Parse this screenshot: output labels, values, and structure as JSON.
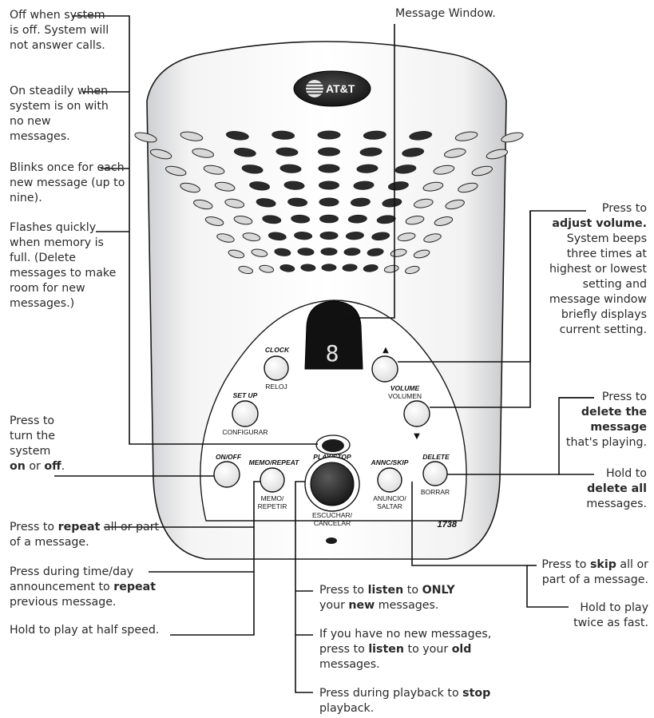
{
  "brand": "AT&T",
  "model": "1738",
  "display_digit": "8",
  "buttons": {
    "clock": {
      "label": "CLOCK",
      "sub": "RELOJ"
    },
    "setup": {
      "label": "SET UP",
      "sub": "CONFIGURAR"
    },
    "onoff": {
      "label": "ON/OFF"
    },
    "memo": {
      "label": "MEMO/REPEAT",
      "sub1": "MEMO/",
      "sub2": "REPETIR"
    },
    "play": {
      "label": "PLAY/STOP",
      "sub1": "ESCUCHAR/",
      "sub2": "CANCELAR"
    },
    "annc": {
      "label": "ANNC/SKIP",
      "sub1": "ANUNCIO/",
      "sub2": "SALTAR"
    },
    "delete": {
      "label": "DELETE",
      "sub": "BORRAR"
    },
    "volume": {
      "label": "VOLUME",
      "sub": "VOLUMEN",
      "up": "▲",
      "down": "▼"
    }
  },
  "callouts": {
    "message_window": "Message Window.",
    "off": "Off when system is off. System will not answer calls.",
    "on_steady": "On steadily when system is on with no new messages.",
    "blinks": "Blinks once for each new message (up to nine).",
    "flashes": "Flashes quickly when memory is full.  (Delete messages to make room for new messages.)",
    "onoff_a": "Press to turn the system ",
    "onoff_on": "on",
    "onoff_b": " or ",
    "onoff_off": "off",
    "onoff_c": ".",
    "volume_a": "Press to",
    "volume_b": "adjust volume.",
    "volume_c": "System beeps three times at highest or lowest setting and message window briefly displays current setting.",
    "delete_a": "Press to",
    "delete_b": "delete the message",
    "delete_c": "that's playing.",
    "delete_all_a": "Hold to",
    "delete_all_b": "delete all",
    "delete_all_c": "messages.",
    "repeat_a": "Press to ",
    "repeat_b": "repeat",
    "repeat_c": " all or part of a message.",
    "announce_a": "Press during time/day announcement to ",
    "announce_b": "repeat",
    "announce_c": " previous message.",
    "half_speed": "Hold to play at half speed.",
    "skip_a": "Press to ",
    "skip_b": "skip",
    "skip_c": " all or part of a message.",
    "twice_fast": "Hold to play twice as fast.",
    "listen_new_a": "Press to ",
    "listen_new_b": "listen",
    "listen_new_c": " to ",
    "listen_new_d": "ONLY",
    "listen_new_e": " your ",
    "listen_new_f": "new",
    "listen_new_g": " messages.",
    "listen_old_a": "If you have no new messages, press to ",
    "listen_old_b": "listen",
    "listen_old_c": " to your ",
    "listen_old_d": "old",
    "listen_old_e": " messages.",
    "stop_a": "Press during playback to ",
    "stop_b": "stop",
    "stop_c": " playback."
  }
}
